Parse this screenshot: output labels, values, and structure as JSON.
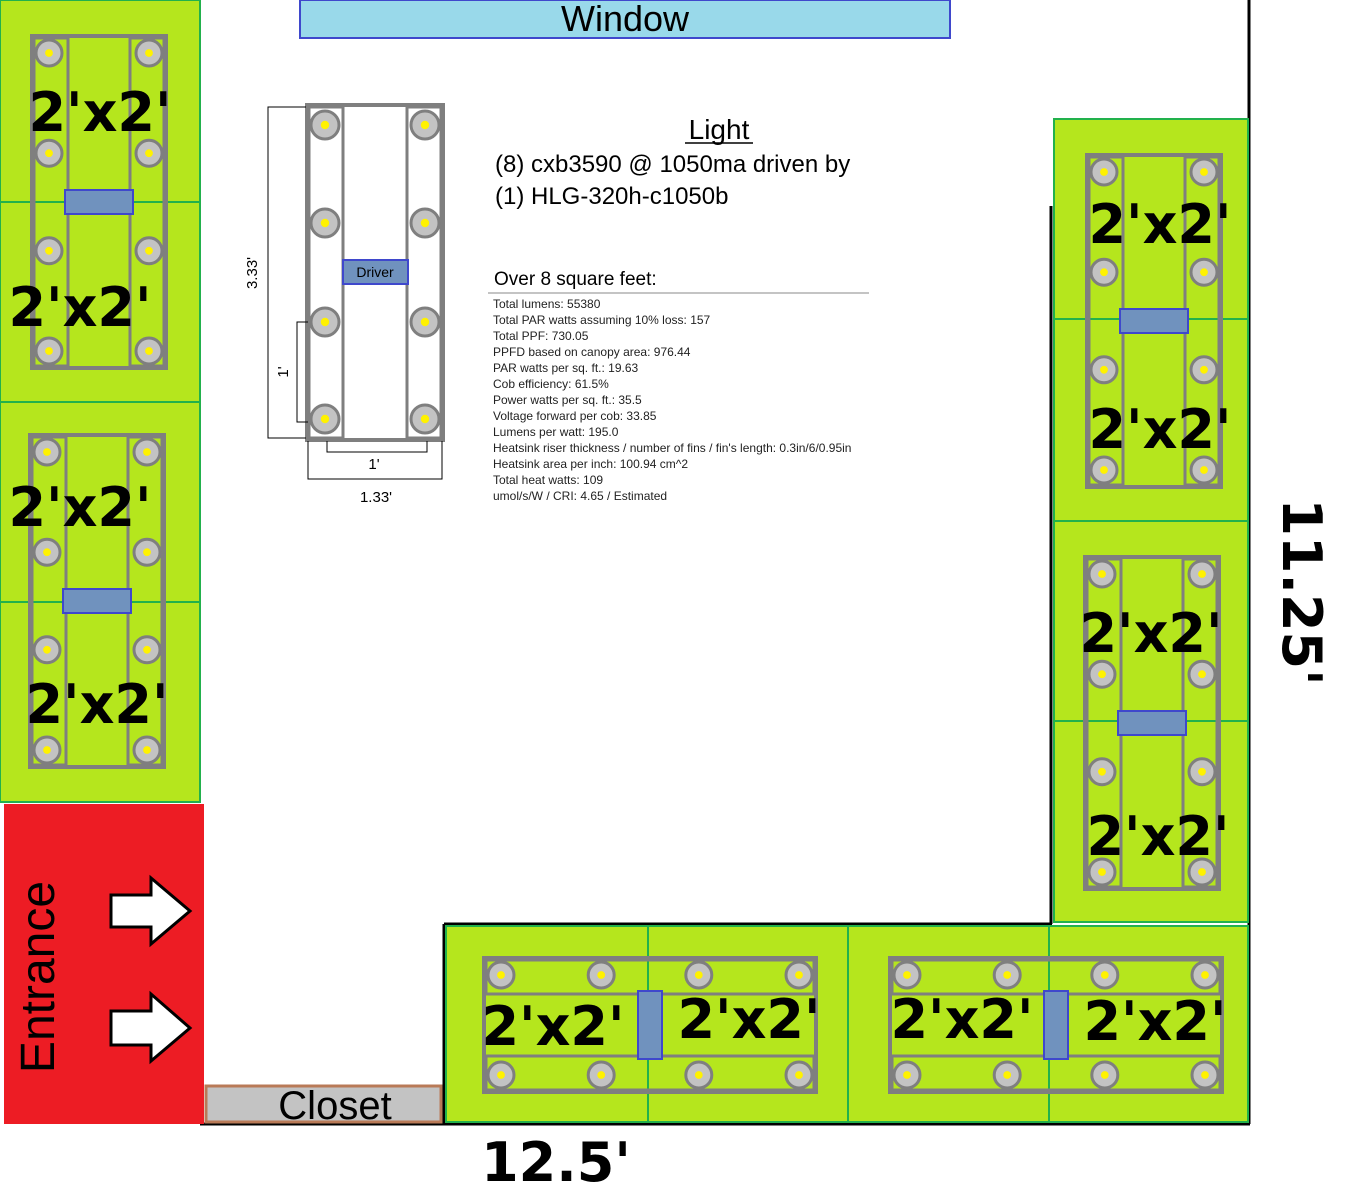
{
  "room": {
    "window_label": "Window",
    "entrance_label": "Entrance",
    "closet_label": "Closet",
    "width_label": "12.5'",
    "depth_label": "11.25'"
  },
  "tray_label": "2'x2'",
  "light": {
    "title": "Light",
    "line1": "(8) cxb3590 @ 1050ma driven by",
    "line2": "(1) HLG-320h-c1050b",
    "driver_label": "Driver",
    "dim_length": "3.33'",
    "dim_spacing_v": "1'",
    "dim_spacing_h": "1'",
    "dim_width": "1.33'"
  },
  "specs": {
    "heading": "Over 8 square feet:",
    "lines": [
      "Total lumens: 55380",
      "Total PAR watts assuming 10% loss: 157",
      "Total PPF: 730.05",
      "PPFD based on canopy area: 976.44",
      "PAR watts per sq. ft.: 19.63",
      "Cob efficiency: 61.5%",
      "Power watts per sq. ft.: 35.5",
      "Voltage forward per cob: 33.85",
      "Lumens per watt: 195.0",
      "Heatsink riser thickness / number of fins / fin's length: 0.3in/6/0.95in",
      "Heatsink area per inch: 100.94 cm^2",
      "Total heat watts: 109",
      "umol/s/W / CRI: 4.65 / Estimated"
    ]
  },
  "colors": {
    "tray_fill": "#b5e61d",
    "tray_border": "#22b14c",
    "fixture_frame": "#7f7f7f",
    "cob_fill": "#c3c3c3",
    "cob_center": "#fff200",
    "driver_fill": "#7092be",
    "driver_border": "#3f48cc",
    "window_fill": "#99d9ea",
    "window_border": "#3f48cc",
    "entrance_fill": "#ed1c24",
    "closet_fill": "#c3c3c3",
    "closet_border": "#b97a57"
  }
}
